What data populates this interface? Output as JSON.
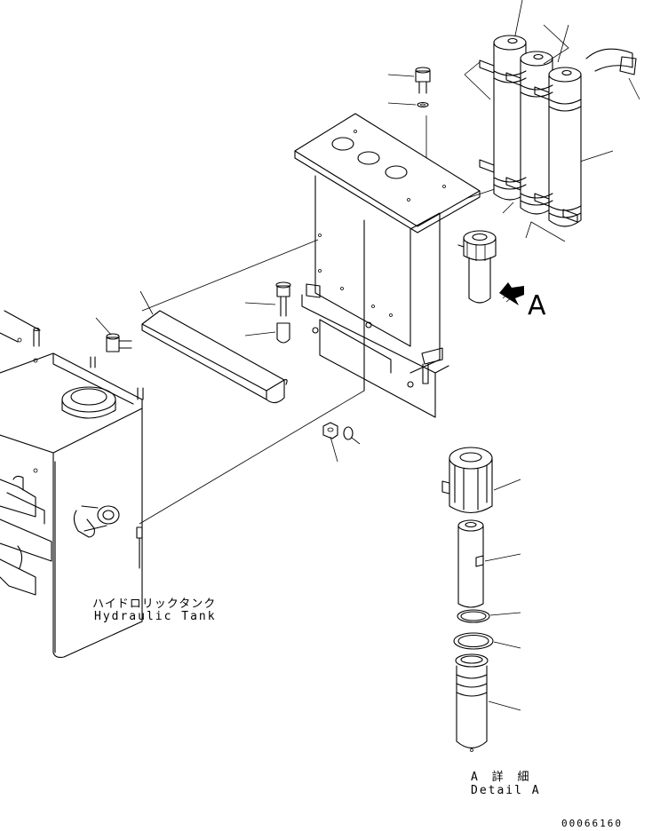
{
  "labels": {
    "tank_jp": "ハイドロリックタンク",
    "tank_en": "Hydraulic Tank",
    "detail_jp": "A 詳 細",
    "detail_en": "Detail A",
    "view_letter": "A",
    "drawing_number": "00066160"
  },
  "icons": {
    "view_arrow": "hatched-direction-arrow-icon"
  },
  "colors": {
    "line": "#000000",
    "background": "#ffffff"
  }
}
